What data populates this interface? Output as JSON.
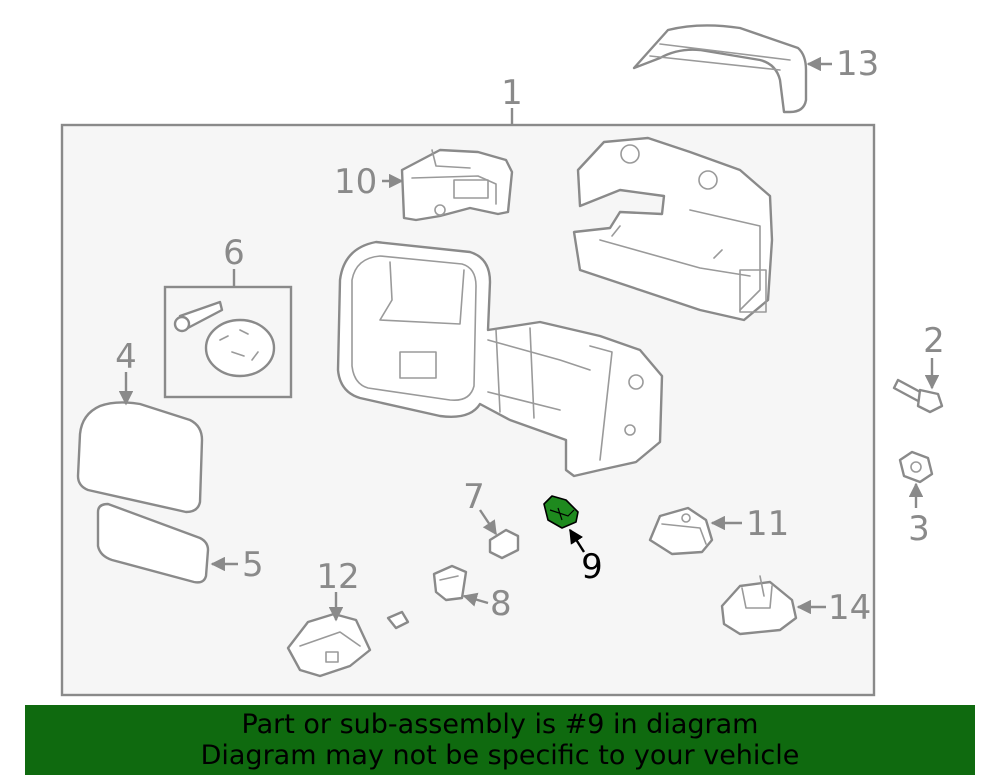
{
  "diagram": {
    "highlight_color": "#1e8a1e",
    "line_color": "#8a8a8a",
    "panel_color": "#f6f6f6",
    "callouts": {
      "c1": "1",
      "c2": "2",
      "c3": "3",
      "c4": "4",
      "c5": "5",
      "c6": "6",
      "c7": "7",
      "c8": "8",
      "c9": "9",
      "c10": "10",
      "c11": "11",
      "c12": "12",
      "c13": "13",
      "c14": "14"
    },
    "highlighted_part": "9"
  },
  "banner": {
    "background": "#0f6a0f",
    "line1": "Part or sub-assembly is #9 in diagram",
    "line2": "Diagram may not be specific to your vehicle"
  }
}
